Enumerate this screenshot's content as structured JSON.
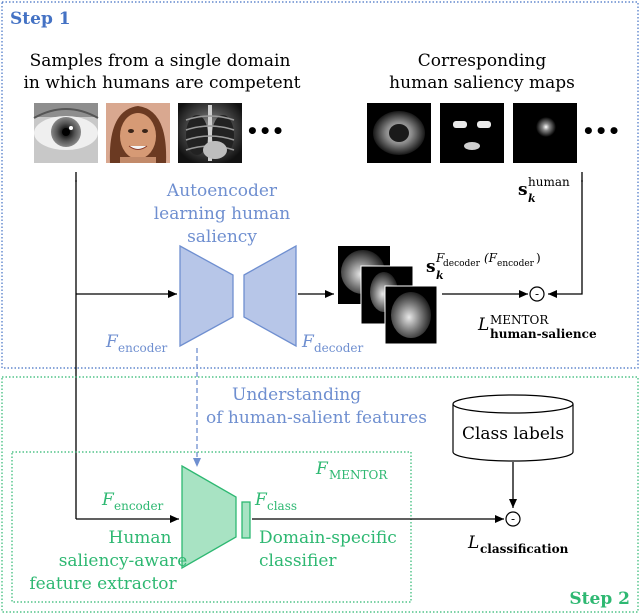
{
  "step1": {
    "label": "Step 1",
    "color": "#4472c4",
    "samples_title_line1": "Samples from a single domain",
    "samples_title_line2": "in which humans are competent",
    "saliency_title_line1": "Corresponding",
    "saliency_title_line2": "human saliency maps",
    "ellipsis": "•••",
    "s_human_base": "s",
    "s_human_sub": "k",
    "s_human_sup": "human",
    "autoencoder_line1": "Autoencoder",
    "autoencoder_line2": "learning human",
    "autoencoder_line3": "saliency",
    "encoder_base": "F",
    "encoder_sub": "encoder",
    "decoder_base": "F",
    "decoder_sub": "decoder",
    "s_pred_base": "s",
    "s_pred_sub": "k",
    "s_pred_sup": "F",
    "s_pred_sup_sub": "decoder",
    "s_pred_sup_paren": "(F",
    "s_pred_sup_sub2": "encoder",
    "s_pred_sup_close": ")",
    "loss_base": "L",
    "loss_sup": "MENTOR",
    "loss_sub": "human-salience",
    "minus": "-"
  },
  "step2": {
    "label": "Step 2",
    "color": "#2eb872",
    "understanding_line1": "Understanding",
    "understanding_line2": "of human-salient features",
    "class_labels": "Class labels",
    "mentor_base": "F",
    "mentor_sub": "MENTOR",
    "encoder_base": "F",
    "encoder_sub": "encoder",
    "class_base": "F",
    "class_sub": "class",
    "extractor_line1": "Human",
    "extractor_line2": "saliency-aware",
    "extractor_line3": "feature extractor",
    "classifier_line1": "Domain-specific",
    "classifier_line2": "classifier",
    "loss_base": "L",
    "loss_sub": "classification",
    "minus": "-"
  }
}
